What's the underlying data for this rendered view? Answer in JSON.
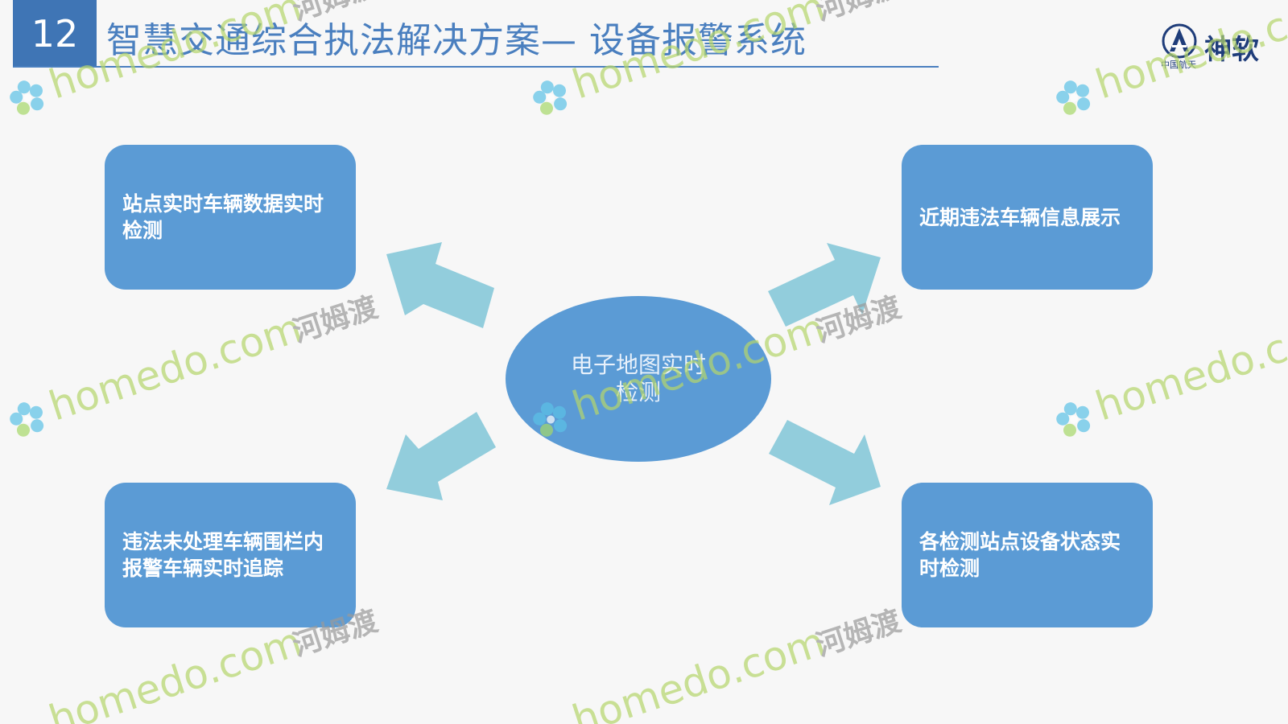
{
  "header": {
    "slide_number": "12",
    "title": "智慧交通综合执法解决方案— 设备报警系统"
  },
  "logo": {
    "brand_name": "神软",
    "sub_label": "中国航天"
  },
  "diagram": {
    "center": "电子地图实时检测",
    "nodes": {
      "top_left": "站点实时车辆数据实时检测",
      "top_right": "近期违法车辆信息展示",
      "bottom_left": "违法未处理车辆围栏内报警车辆实时追踪",
      "bottom_right": "各检测站点设备状态实时检测"
    }
  },
  "watermark": {
    "site": "homedo.com",
    "brand": "河姆渡"
  },
  "colors": {
    "accent_blue": "#3f75b5",
    "node_blue": "#5b9bd5",
    "arrow_blue": "#92cddc"
  }
}
